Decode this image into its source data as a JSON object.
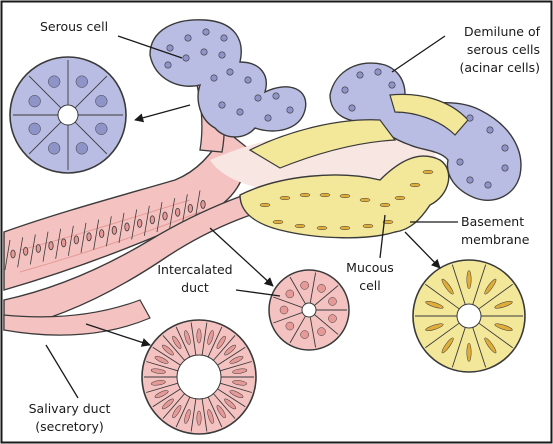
{
  "labels": {
    "serous_cell": "Serous cell",
    "demilune_line1": "Demilune of",
    "demilune_line2": "serous cells",
    "demilune_line3": "(acinar cells)",
    "basement_line1": "Basement",
    "basement_line2": "membrane",
    "intercalated_line1": "Intercalated",
    "intercalated_line2": "duct",
    "mucous_line1": "Mucous",
    "mucous_line2": "cell",
    "salivary_line1": "Salivary duct",
    "salivary_line2": "(secretory)"
  },
  "colors": {
    "serous": "#b9bde3",
    "serous_nucleus": "#8e93c8",
    "mucous": "#f3e79a",
    "mucous_nucleus": "#e0ad3a",
    "duct": "#f4c3c1",
    "duct_nucleus": "#e59a98",
    "lumen": "#f8e6e3",
    "outline": "#3a3a3a",
    "frame_border": "#1a1a1a"
  }
}
